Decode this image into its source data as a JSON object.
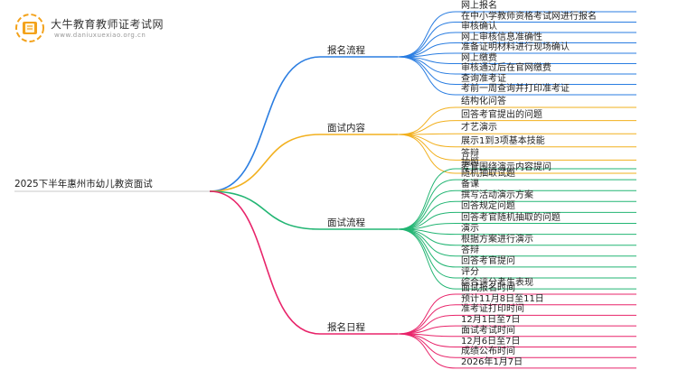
{
  "brand": {
    "name": "大牛教育教师证考试网",
    "url": "www.daniuxuexiao.org.cn",
    "logo_icon": "book-badge-icon"
  },
  "mindmap": {
    "root": "2025下半年惠州市幼儿教资面试",
    "branches": [
      {
        "label": "报名流程",
        "color": "#2a7de1",
        "leaves": [
          "网上报名",
          "在中小学教师资格考试网进行报名",
          "审核确认",
          "网上审核信息准确性",
          "准备证明材料进行现场确认",
          "网上缴费",
          "审核通过后在官网缴费",
          "查询准考证",
          "考前一周查询并打印准考证"
        ]
      },
      {
        "label": "面试内容",
        "color": "#f2b01e",
        "leaves": [
          "结构化问答",
          "回答考官提出的问题",
          "才艺演示",
          "展示1到3项基本技能",
          "答辩",
          "考官围绕演示内容提问"
        ]
      },
      {
        "label": "面试流程",
        "color": "#22b573",
        "leaves": [
          "抽题",
          "随机抽取试题",
          "备课",
          "撰写活动演示方案",
          "回答规定问题",
          "回答考官随机抽取的问题",
          "演示",
          "根据方案进行演示",
          "答辩",
          "回答考官提问",
          "评分",
          "综合评分考生表现"
        ]
      },
      {
        "label": "报名日程",
        "color": "#e8246a",
        "leaves": [
          "面试报名时间",
          "预计11月8日至11日",
          "准考证打印时间",
          "12月1日至7日",
          "面试考试时间",
          "12月6日至7日",
          "成绩公布时间",
          "2026年1月7日"
        ]
      }
    ]
  }
}
